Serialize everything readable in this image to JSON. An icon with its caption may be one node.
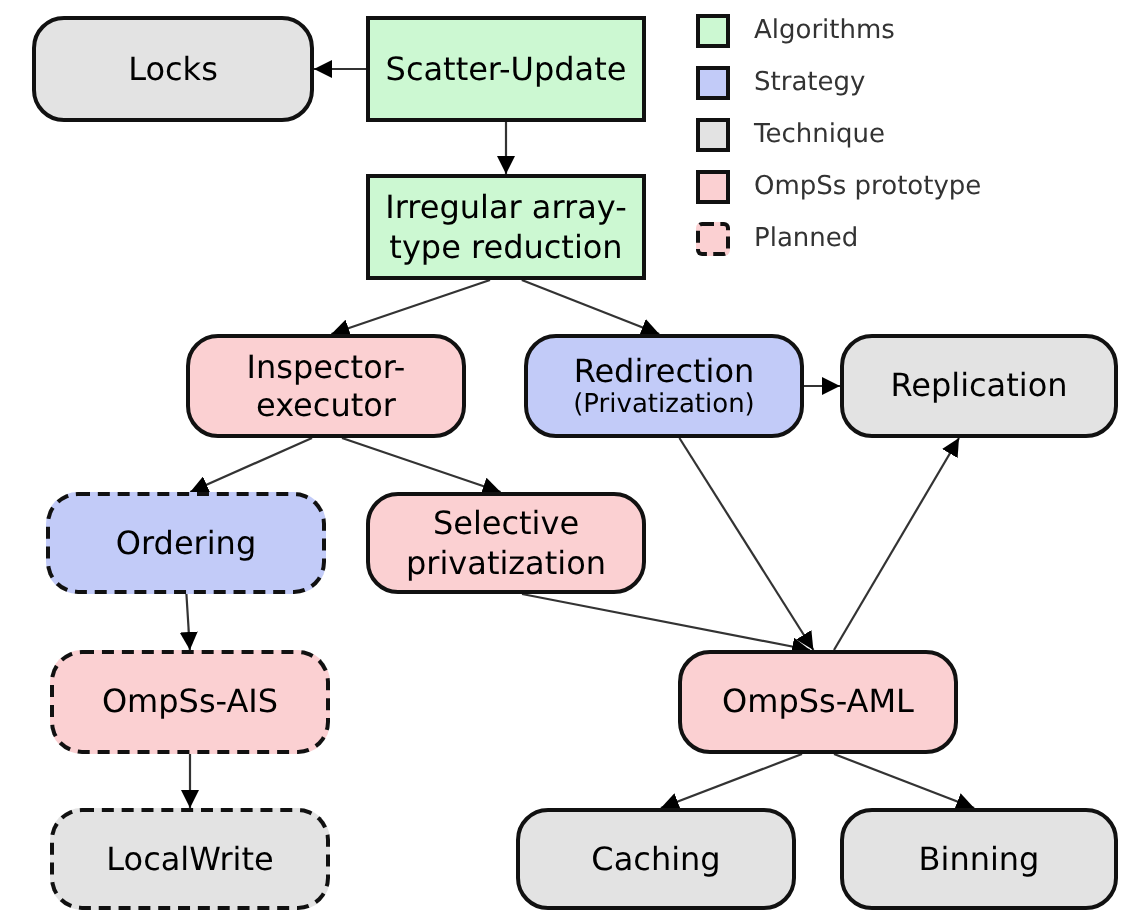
{
  "diagram": {
    "nodes": [
      {
        "text": [
          "Locks"
        ]
      },
      {
        "text": [
          "Scatter-Update"
        ]
      },
      {
        "text": [
          "Irregular array-type reduction"
        ]
      },
      {
        "text": [
          "Inspector-executor"
        ]
      },
      {
        "text": [
          "Redirection",
          "(Privatization)"
        ]
      },
      {
        "text": [
          "Replication"
        ]
      },
      {
        "text": [
          "Ordering"
        ]
      },
      {
        "text": [
          "Selective privatization"
        ]
      },
      {
        "text": [
          "OmpSs-AIS"
        ]
      },
      {
        "text": [
          "OmpSs-AML"
        ]
      },
      {
        "text": [
          "LocalWrite"
        ]
      },
      {
        "text": [
          "Caching"
        ]
      },
      {
        "text": [
          "Binning"
        ]
      }
    ],
    "edges": [
      {
        "from": 1,
        "to": 0,
        "arrow": "to"
      },
      {
        "from": 1,
        "to": 2,
        "arrow": "to"
      },
      {
        "from": 2,
        "to": 3,
        "arrow": "to"
      },
      {
        "from": 2,
        "to": 4,
        "arrow": "to"
      },
      {
        "from": 4,
        "to": 5,
        "arrow": "to"
      },
      {
        "from": 4,
        "to": 9,
        "arrow": "to"
      },
      {
        "from": 9,
        "to": 5,
        "arrow": "to"
      },
      {
        "from": 3,
        "to": 6,
        "arrow": "to"
      },
      {
        "from": 3,
        "to": 7,
        "arrow": "to"
      },
      {
        "from": 7,
        "to": 9,
        "arrow": "to"
      },
      {
        "from": 6,
        "to": 8,
        "arrow": "to"
      },
      {
        "from": 8,
        "to": 10,
        "arrow": "to"
      },
      {
        "from": 9,
        "to": 11,
        "arrow": "to"
      },
      {
        "from": 9,
        "to": 12,
        "arrow": "to"
      }
    ],
    "legend": [
      {
        "text": "Algorithms",
        "color": "#ccf8d2"
      },
      {
        "text": "Strategy",
        "color": "#c2cbf8"
      },
      {
        "text": "Technique",
        "color": "#e3e3e3"
      },
      {
        "text": "OmpSs prototype",
        "color": "#fbd0d2"
      },
      {
        "text": "Planned"
      }
    ]
  }
}
